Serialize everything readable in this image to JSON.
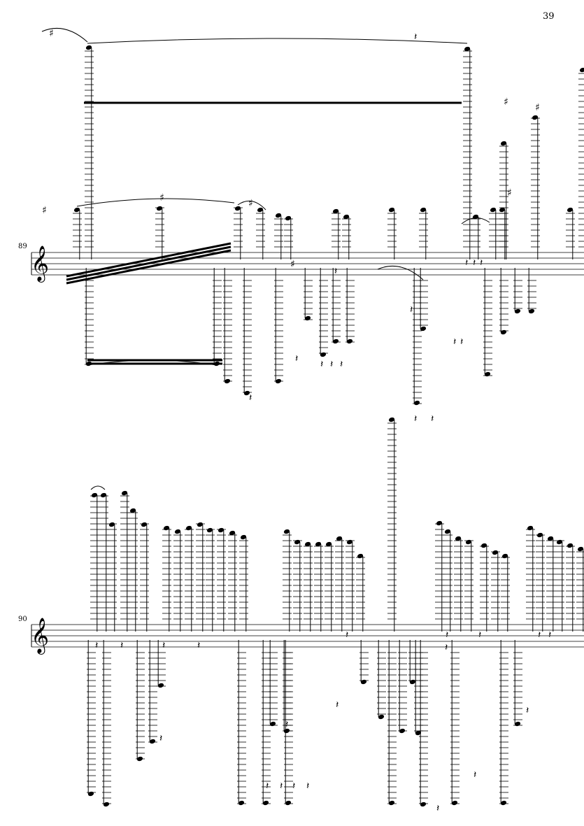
{
  "page": {
    "page_number": "39",
    "systems": [
      {
        "measure_number": "89"
      },
      {
        "measure_number": "90"
      }
    ]
  },
  "colors": {
    "ink": "#000000",
    "paper": "#ffffff"
  }
}
